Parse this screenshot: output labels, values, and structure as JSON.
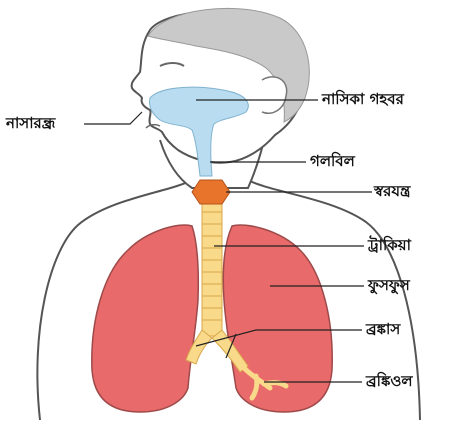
{
  "labels": {
    "nostril": "নাসারন্ধ্র",
    "nasal_cavity": "নাসিকা গহবর",
    "pharynx": "গলবিল",
    "larynx": "স্বরযন্ত্র",
    "trachea": "ট্রাকিয়া",
    "lungs": "ফুসফুস",
    "bronchus": "ব্রঙ্কাস",
    "bronchiole": "ব্রঙ্কিওল"
  },
  "colors": {
    "skin_head": "#d0d0d0",
    "body_outline": "#555555",
    "airway": "#b9dcf0",
    "larynx": "#e8732b",
    "trachea": "#f9d98a",
    "lungs": "#e96a6a",
    "lungs_outline": "#9e4a4a"
  }
}
